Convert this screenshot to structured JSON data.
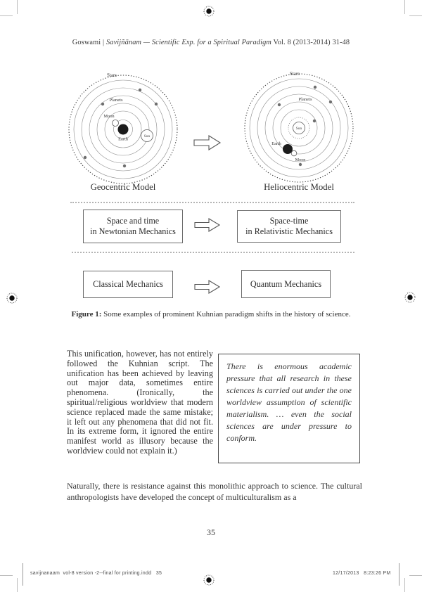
{
  "header": {
    "prefix": "Goswami | ",
    "italic_title": "Savijñānam — Scientific Exp. for a Spiritual Paradigm",
    "suffix": " Vol. 8 (2013-2014) 31-48"
  },
  "figure": {
    "geocentric": {
      "label": "Geocentric Model",
      "stars": "Stars",
      "planets": "Planets",
      "moon": "Moon",
      "earth": "Earth",
      "sun": "Sun"
    },
    "heliocentric": {
      "label": "Heliocentric Model",
      "stars": "Stars",
      "planets": "Planets",
      "moon": "Moon",
      "earth": "Earth",
      "sun": "Sun"
    },
    "row1": {
      "left_line1": "Space and time",
      "left_line2": "in Newtonian Mechanics",
      "right_line1": "Space-time",
      "right_line2": "in Relativistic Mechanics"
    },
    "row2": {
      "left": "Classical Mechanics",
      "right": "Quantum Mechanics"
    },
    "caption": {
      "label": "Figure 1:",
      "text": " Some examples of prominent Kuhnian paradigm shifts in the history of science."
    }
  },
  "body": {
    "left_paragraph": "This unification, however, has not entirely followed the Kuhnian script. The unification has been achieved by leaving out major data, sometimes entire phenomena. (Ironically, the spiritual/religious worldview that modern science replaced made the same mistake; it left out any phenomena that did not fit.  In its extreme form, it ignored the entire manifest world as illusory because the worldview could not explain it.)",
    "quote": "There is enormous academic pressure that all research in these sciences is carried out under the one worldview assumption of scientific materialism. … even the social sciences are under pressure to conform.",
    "bottom_paragraph": "Naturally, there is resistance against this monolithic approach to science. The cultural anthropologists have developed the concept of multiculturalism as a"
  },
  "page_number": "35",
  "slug": {
    "left": "savijnanaam  vol-8 version -2--final for printing.indd   35",
    "right": "12/17/2013   8:23:26 PM"
  },
  "colors": {
    "ink": "#333333",
    "box_border": "#6b6b6b",
    "crop_mark": "#bdbdbd"
  }
}
